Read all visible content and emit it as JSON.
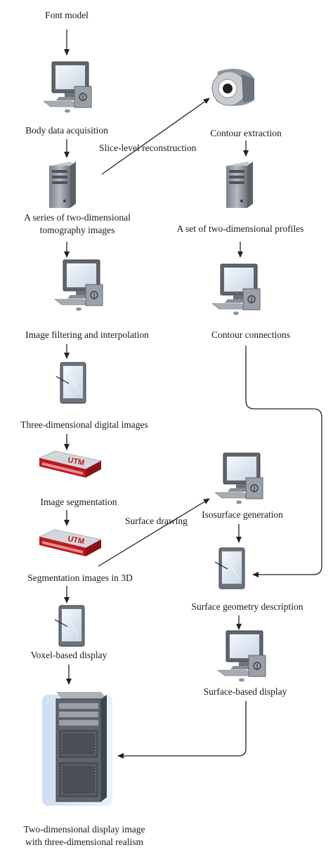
{
  "nodes": {
    "font_model": "Font model",
    "body_data_acquisition": "Body data acquisition",
    "tomography_line1": "A series of two-dimensional",
    "tomography_line2": "tomography images",
    "image_filtering": "Image filtering and interpolation",
    "three_d_digital_images": "Three-dimensional digital images",
    "image_segmentation": "Image segmentation",
    "segmentation_3d": "Segmentation images in 3D",
    "voxel_display": "Voxel-based display",
    "final_line1": "Two-dimensional display image",
    "final_line2": "with three-dimensional realism",
    "contour_extraction": "Contour extraction",
    "two_d_profiles": "A set of two-dimensional profiles",
    "contour_connections": "Contour connections",
    "isosurface_generation": "Isosurface generation",
    "surface_geometry": "Surface geometry description",
    "surface_display": "Surface-based display"
  },
  "edges": {
    "slice_level": "Slice-level reconstruction",
    "surface_drawing": "Surface drawing"
  },
  "icon_text": {
    "utm": "UTM"
  },
  "colors": {
    "line": "#222222",
    "utm_red": "#c4161c",
    "device_gray": "#9aa0a6",
    "screen_blue": "#dbe7f3"
  }
}
